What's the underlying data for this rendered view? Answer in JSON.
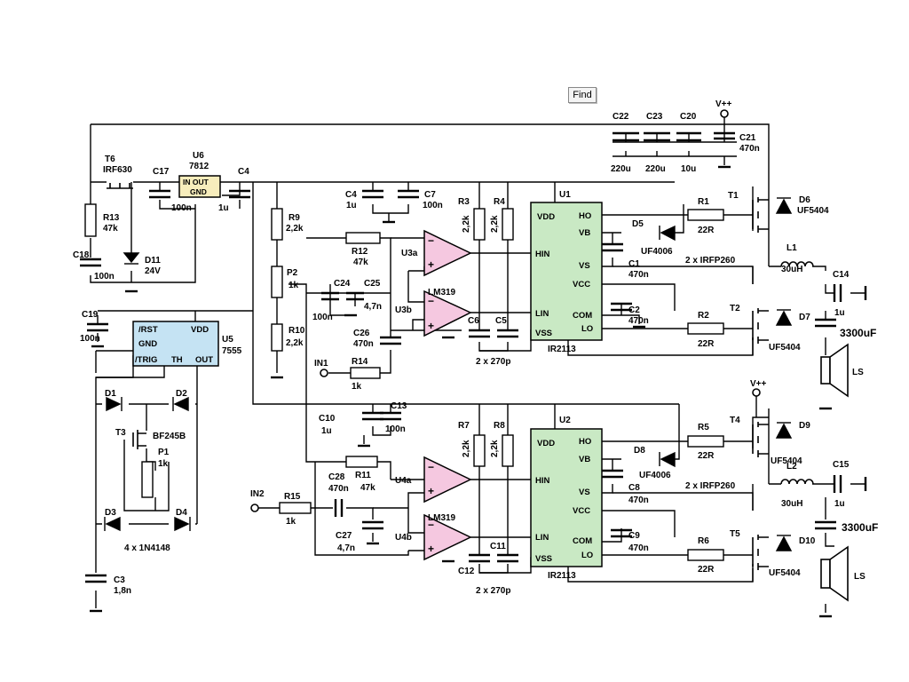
{
  "toolbar": {
    "find_label": "Find"
  },
  "colors": {
    "ic_fill": "#c9e9c4",
    "timer_fill": "#c5e3f3",
    "regulator_fill": "#f7edbc",
    "opamp_fill": "#f5c8e0"
  },
  "supply": {
    "vpp": "V++"
  },
  "components": {
    "C22": "C22",
    "C22v": "220u",
    "C23": "C23",
    "C23v": "220u",
    "C20": "C20",
    "C20v": "10u",
    "C21": "C21",
    "C21v": "470n",
    "T6": "T6",
    "T6v": "IRF630",
    "U6": "U6",
    "U6v": "7812",
    "U6in": "IN  OUT",
    "U6gnd": "GND",
    "C17": "C17",
    "C17v": "100n",
    "C4a": "C4",
    "C4av": "1u",
    "R13": "R13",
    "R13v": "47k",
    "C18": "C18",
    "C18v": "100n",
    "D11": "D11",
    "D11v": "24V",
    "R9": "R9",
    "R9v": "2,2k",
    "P2": "P2",
    "P2v": "1k",
    "R10": "R10",
    "R10v": "2,2k",
    "C4b": "C4",
    "C4bv": "1u",
    "C7": "C7",
    "C7v": "100n",
    "R12": "R12",
    "R12v": "47k",
    "C24": "C24",
    "C24v": "100n",
    "C25": "C25",
    "C25v": "4,7n",
    "C26": "C26",
    "C26v": "470n",
    "R14": "R14",
    "R14v": "1k",
    "IN1": "IN1",
    "U3a": "U3a",
    "U3b": "U3b",
    "LM319a": "LM319",
    "R3": "R3",
    "R3v": "2,2k",
    "R4": "R4",
    "R4v": "2,2k",
    "C6": "C6",
    "C5": "C5",
    "C5v": "2 x 270p",
    "U1": "U1",
    "U1v": "IR2113",
    "D5": "D5",
    "D5v": "UF4006",
    "C1": "C1",
    "C1v": "470n",
    "C2": "C2",
    "C2v": "470n",
    "R1": "R1",
    "R1v": "22R",
    "R2": "R2",
    "R2v": "22R",
    "T1": "T1",
    "T2": "T2",
    "Tv1": "2 x IRFP260",
    "D6": "D6",
    "D6v": "UF5404",
    "D7": "D7",
    "D7v": "UF5404",
    "L1": "L1",
    "L1v": "30uH",
    "C14": "C14",
    "C14v": "1u",
    "CB1": "3300uF",
    "LS1": "LS",
    "C19": "C19",
    "C19v": "100n",
    "U5": "U5",
    "U5v": "7555",
    "U5rst": "/RST",
    "U5vdd": "VDD",
    "U5gnd": "GND",
    "U5trig": "/TRIG",
    "U5th": "TH",
    "U5out": "OUT",
    "D1": "D1",
    "D2": "D2",
    "D3": "D3",
    "D4": "D4",
    "Dv": "4 x 1N4148",
    "T3": "T3",
    "T3v": "BF245B",
    "P1": "P1",
    "P1v": "1k",
    "C3": "C3",
    "C3v": "1,8n",
    "C10": "C10",
    "C10v": "1u",
    "C13": "C13",
    "C13v": "100n",
    "R11": "R11",
    "R11v": "47k",
    "C28": "C28",
    "C28v": "470n",
    "IN2": "IN2",
    "R15": "R15",
    "R15v": "1k",
    "C27": "C27",
    "C27v": "4,7n",
    "U4a": "U4a",
    "U4b": "U4b",
    "LM319b": "LM319",
    "R7": "R7",
    "R7v": "2,2k",
    "R8": "R8",
    "R8v": "2,2k",
    "C12": "C12",
    "C11": "C11",
    "C11v": "2 x 270p",
    "U2": "U2",
    "U2v": "IR2113",
    "D8": "D8",
    "D8v": "UF4006",
    "C8": "C8",
    "C8v": "470n",
    "C9": "C9",
    "C9v": "470n",
    "R5": "R5",
    "R5v": "22R",
    "R6": "R6",
    "R6v": "22R",
    "T4": "T4",
    "T5": "T5",
    "Tv2": "2 x IRFP260",
    "D9": "D9",
    "D9v": "UF5404",
    "D10": "D10",
    "D10v": "UF5404",
    "L2": "L2",
    "L2v": "30uH",
    "C15": "C15",
    "C15v": "1u",
    "CB2": "3300uF",
    "LS2": "LS"
  },
  "ic_pins": {
    "vdd": "VDD",
    "ho": "HO",
    "vb": "VB",
    "hin": "HIN",
    "vs": "VS",
    "vcc": "VCC",
    "lin": "LIN",
    "com": "COM",
    "vss": "VSS",
    "lo": "LO"
  }
}
